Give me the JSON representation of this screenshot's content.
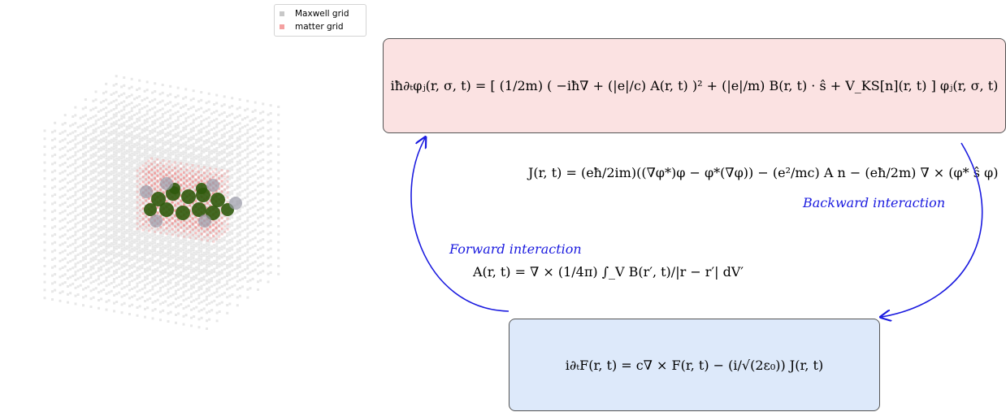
{
  "legend": {
    "items": [
      {
        "label": "Maxwell grid",
        "color": "#c8c8c8"
      },
      {
        "label": "matter grid",
        "color": "#f4a0a0"
      }
    ]
  },
  "equations": {
    "matter": "iħ∂ₜφⱼ(r, σ, t) = [ (1/2m) ( −iħ∇ + (|e|/c) A(r, t) )² + (|e|/m) B(r, t) · ŝ + V_KS[n](r, t) ] φⱼ(r, σ, t)",
    "current": "J(r, t) = (eħ/2im)((∇φ*)φ − φ*(∇φ)) − (e²/mc) A n − (eħ/2m) ∇ × (φ* ŝ φ)",
    "vector_potential": "A(r, t) = ∇ × (1/4π) ∫_V B(r′, t)/|r − r′| dV′",
    "maxwell": "i∂ₜF(r, t) = c∇ × F(r, t) − (i/√(2ε₀)) J(r, t)"
  },
  "labels": {
    "backward": "Backward interaction",
    "forward": "Forward interaction"
  },
  "colors": {
    "matter_box": "#fbe2e2",
    "maxwell_box": "#dde9fa",
    "arrow": "#1a1adf",
    "maxwell_points": "#c8c8c8",
    "matter_points": "#f08080",
    "molecule": "#2f5a0c"
  }
}
